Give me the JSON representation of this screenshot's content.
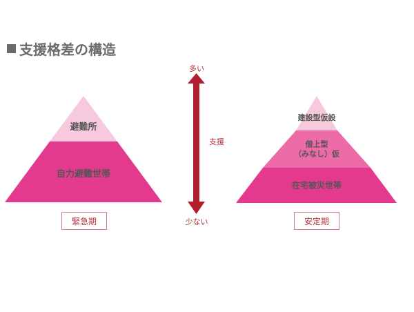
{
  "title": "支援格差の構造",
  "left_pyramid": {
    "top": "避難所",
    "bottom": "自力避難世帯",
    "period": "緊急期"
  },
  "right_pyramid": {
    "top": "建設型仮設",
    "middle_line1": "借上型",
    "middle_line2": "（みなし）仮",
    "bottom": "在宅被災世帯",
    "period": "安定期"
  },
  "support_axis": {
    "top": "多い",
    "label": "支援",
    "bottom": "少ない"
  },
  "colors": {
    "light_pink": "#f6c9dc",
    "medium_pink": "#ec6aa5",
    "magenta": "#e33a8e",
    "arrow_red": "#b01e2e",
    "title_gray": "#6b6b6b"
  }
}
